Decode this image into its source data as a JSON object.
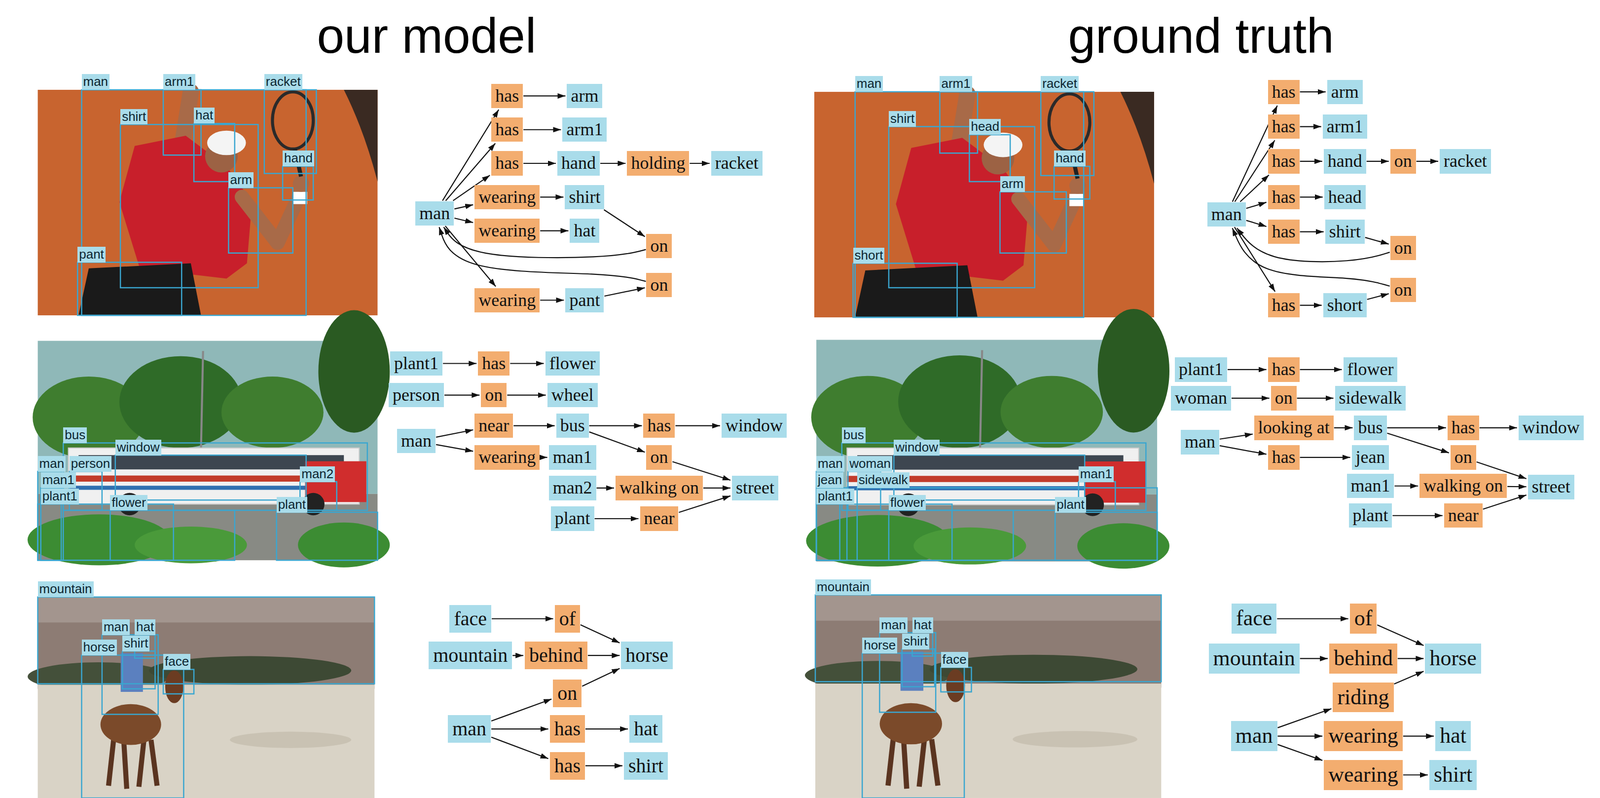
{
  "diagram": {
    "nodes": [
      {
        "text": [
          "man"
        ]
      },
      {
        "text": [
          "has"
        ]
      },
      {
        "text": [
          "arm"
        ]
      },
      {
        "text": [
          "has"
        ]
      },
      {
        "text": [
          "arm1"
        ]
      },
      {
        "text": [
          "has"
        ]
      },
      {
        "text": [
          "hand"
        ]
      },
      {
        "text": [
          "holding"
        ]
      },
      {
        "text": [
          "racket"
        ]
      },
      {
        "text": [
          "wearing"
        ]
      },
      {
        "text": [
          "shirt"
        ]
      },
      {
        "text": [
          "wearing"
        ]
      },
      {
        "text": [
          "hat"
        ]
      },
      {
        "text": [
          "on"
        ]
      },
      {
        "text": [
          "on"
        ]
      },
      {
        "text": [
          "wearing"
        ]
      },
      {
        "text": [
          "pant"
        ]
      },
      {
        "text": [
          "man"
        ]
      },
      {
        "text": [
          "has"
        ]
      },
      {
        "text": [
          "arm"
        ]
      },
      {
        "text": [
          "has"
        ]
      },
      {
        "text": [
          "arm1"
        ]
      },
      {
        "text": [
          "has"
        ]
      },
      {
        "text": [
          "hand"
        ]
      },
      {
        "text": [
          "on"
        ]
      },
      {
        "text": [
          "racket"
        ]
      },
      {
        "text": [
          "has"
        ]
      },
      {
        "text": [
          "head"
        ]
      },
      {
        "text": [
          "has"
        ]
      },
      {
        "text": [
          "shirt"
        ]
      },
      {
        "text": [
          "on"
        ]
      },
      {
        "text": [
          "on"
        ]
      },
      {
        "text": [
          "has"
        ]
      },
      {
        "text": [
          "short"
        ]
      },
      {
        "text": [
          "plant1"
        ]
      },
      {
        "text": [
          "has"
        ]
      },
      {
        "text": [
          "flower"
        ]
      },
      {
        "text": [
          "person"
        ]
      },
      {
        "text": [
          "on"
        ]
      },
      {
        "text": [
          "wheel"
        ]
      },
      {
        "text": [
          "man"
        ]
      },
      {
        "text": [
          "near"
        ]
      },
      {
        "text": [
          "bus"
        ]
      },
      {
        "text": [
          "has"
        ]
      },
      {
        "text": [
          "window"
        ]
      },
      {
        "text": [
          "wearing"
        ]
      },
      {
        "text": [
          "man1"
        ]
      },
      {
        "text": [
          "on"
        ]
      },
      {
        "text": [
          "man2"
        ]
      },
      {
        "text": [
          "walking on"
        ]
      },
      {
        "text": [
          "street"
        ]
      },
      {
        "text": [
          "plant"
        ]
      },
      {
        "text": [
          "near"
        ]
      },
      {
        "text": [
          "plant1"
        ]
      },
      {
        "text": [
          "has"
        ]
      },
      {
        "text": [
          "flower"
        ]
      },
      {
        "text": [
          "woman"
        ]
      },
      {
        "text": [
          "on"
        ]
      },
      {
        "text": [
          "sidewalk"
        ]
      },
      {
        "text": [
          "man"
        ]
      },
      {
        "text": [
          "looking at"
        ]
      },
      {
        "text": [
          "bus"
        ]
      },
      {
        "text": [
          "has"
        ]
      },
      {
        "text": [
          "window"
        ]
      },
      {
        "text": [
          "has"
        ]
      },
      {
        "text": [
          "jean"
        ]
      },
      {
        "text": [
          "on"
        ]
      },
      {
        "text": [
          "man1"
        ]
      },
      {
        "text": [
          "walking on"
        ]
      },
      {
        "text": [
          "street"
        ]
      },
      {
        "text": [
          "plant"
        ]
      },
      {
        "text": [
          "near"
        ]
      },
      {
        "text": [
          "face"
        ]
      },
      {
        "text": [
          "of"
        ]
      },
      {
        "text": [
          "mountain"
        ]
      },
      {
        "text": [
          "behind"
        ]
      },
      {
        "text": [
          "horse"
        ]
      },
      {
        "text": [
          "man"
        ]
      },
      {
        "text": [
          "on"
        ]
      },
      {
        "text": [
          "has"
        ]
      },
      {
        "text": [
          "hat"
        ]
      },
      {
        "text": [
          "has"
        ]
      },
      {
        "text": [
          "shirt"
        ]
      },
      {
        "text": [
          "face"
        ]
      },
      {
        "text": [
          "of"
        ]
      },
      {
        "text": [
          "mountain"
        ]
      },
      {
        "text": [
          "behind"
        ]
      },
      {
        "text": [
          "horse"
        ]
      },
      {
        "text": [
          "man"
        ]
      },
      {
        "text": [
          "riding"
        ]
      },
      {
        "text": [
          "wearing"
        ]
      },
      {
        "text": [
          "hat"
        ]
      },
      {
        "text": [
          "wearing"
        ]
      },
      {
        "text": [
          "shirt"
        ]
      }
    ],
    "edges": [
      {
        "from": 0,
        "to": 1,
        "arrow": "to"
      },
      {
        "from": 1,
        "to": 2,
        "arrow": "to"
      },
      {
        "from": 0,
        "to": 3,
        "arrow": "to"
      },
      {
        "from": 3,
        "to": 4,
        "arrow": "to"
      },
      {
        "from": 0,
        "to": 5,
        "arrow": "to"
      },
      {
        "from": 5,
        "to": 6,
        "arrow": "to"
      },
      {
        "from": 6,
        "to": 7,
        "arrow": "to"
      },
      {
        "from": 7,
        "to": 8,
        "arrow": "to"
      },
      {
        "from": 0,
        "to": 9,
        "arrow": "to"
      },
      {
        "from": 9,
        "to": 10,
        "arrow": "to"
      },
      {
        "from": 0,
        "to": 11,
        "arrow": "to"
      },
      {
        "from": 11,
        "to": 12,
        "arrow": "to"
      },
      {
        "from": 10,
        "to": 13,
        "arrow": "to"
      },
      {
        "from": 13,
        "to": 0,
        "arrow": "to"
      },
      {
        "from": 0,
        "to": 15,
        "arrow": "to"
      },
      {
        "from": 15,
        "to": 16,
        "arrow": "to"
      },
      {
        "from": 16,
        "to": 14,
        "arrow": "to"
      },
      {
        "from": 14,
        "to": 0,
        "arrow": "to"
      },
      {
        "from": 17,
        "to": 18,
        "arrow": "to"
      },
      {
        "from": 18,
        "to": 19,
        "arrow": "to"
      },
      {
        "from": 17,
        "to": 20,
        "arrow": "to"
      },
      {
        "from": 20,
        "to": 21,
        "arrow": "to"
      },
      {
        "from": 17,
        "to": 22,
        "arrow": "to"
      },
      {
        "from": 22,
        "to": 23,
        "arrow": "to"
      },
      {
        "from": 23,
        "to": 24,
        "arrow": "to"
      },
      {
        "from": 24,
        "to": 25,
        "arrow": "to"
      },
      {
        "from": 17,
        "to": 26,
        "arrow": "to"
      },
      {
        "from": 26,
        "to": 27,
        "arrow": "to"
      },
      {
        "from": 17,
        "to": 28,
        "arrow": "to"
      },
      {
        "from": 28,
        "to": 29,
        "arrow": "to"
      },
      {
        "from": 29,
        "to": 30,
        "arrow": "to"
      },
      {
        "from": 30,
        "to": 17,
        "arrow": "to"
      },
      {
        "from": 17,
        "to": 32,
        "arrow": "to"
      },
      {
        "from": 32,
        "to": 33,
        "arrow": "to"
      },
      {
        "from": 33,
        "to": 31,
        "arrow": "to"
      },
      {
        "from": 31,
        "to": 17,
        "arrow": "to"
      },
      {
        "from": 34,
        "to": 35,
        "arrow": "to"
      },
      {
        "from": 35,
        "to": 36,
        "arrow": "to"
      },
      {
        "from": 37,
        "to": 38,
        "arrow": "to"
      },
      {
        "from": 38,
        "to": 39,
        "arrow": "to"
      },
      {
        "from": 40,
        "to": 41,
        "arrow": "to"
      },
      {
        "from": 41,
        "to": 42,
        "arrow": "to"
      },
      {
        "from": 42,
        "to": 43,
        "arrow": "to"
      },
      {
        "from": 43,
        "to": 44,
        "arrow": "to"
      },
      {
        "from": 40,
        "to": 45,
        "arrow": "to"
      },
      {
        "from": 45,
        "to": 46,
        "arrow": "to"
      },
      {
        "from": 42,
        "to": 47,
        "arrow": "to"
      },
      {
        "from": 47,
        "to": 50,
        "arrow": "to"
      },
      {
        "from": 48,
        "to": 49,
        "arrow": "to"
      },
      {
        "from": 49,
        "to": 50,
        "arrow": "to"
      },
      {
        "from": 51,
        "to": 52,
        "arrow": "to"
      },
      {
        "from": 52,
        "to": 50,
        "arrow": "to"
      },
      {
        "from": 53,
        "to": 54,
        "arrow": "to"
      },
      {
        "from": 54,
        "to": 55,
        "arrow": "to"
      },
      {
        "from": 56,
        "to": 57,
        "arrow": "to"
      },
      {
        "from": 57,
        "to": 58,
        "arrow": "to"
      },
      {
        "from": 59,
        "to": 60,
        "arrow": "to"
      },
      {
        "from": 60,
        "to": 61,
        "arrow": "to"
      },
      {
        "from": 61,
        "to": 62,
        "arrow": "to"
      },
      {
        "from": 62,
        "to": 63,
        "arrow": "to"
      },
      {
        "from": 59,
        "to": 64,
        "arrow": "to"
      },
      {
        "from": 64,
        "to": 65,
        "arrow": "to"
      },
      {
        "from": 61,
        "to": 66,
        "arrow": "to"
      },
      {
        "from": 66,
        "to": 69,
        "arrow": "to"
      },
      {
        "from": 67,
        "to": 68,
        "arrow": "to"
      },
      {
        "from": 68,
        "to": 69,
        "arrow": "to"
      },
      {
        "from": 70,
        "to": 71,
        "arrow": "to"
      },
      {
        "from": 71,
        "to": 69,
        "arrow": "to"
      },
      {
        "from": 72,
        "to": 73,
        "arrow": "to"
      },
      {
        "from": 73,
        "to": 76,
        "arrow": "to"
      },
      {
        "from": 74,
        "to": 75,
        "arrow": "to"
      },
      {
        "from": 75,
        "to": 76,
        "arrow": "to"
      },
      {
        "from": 77,
        "to": 78,
        "arrow": "to"
      },
      {
        "from": 78,
        "to": 76,
        "arrow": "to"
      },
      {
        "from": 77,
        "to": 79,
        "arrow": "to"
      },
      {
        "from": 79,
        "to": 80,
        "arrow": "to"
      },
      {
        "from": 77,
        "to": 81,
        "arrow": "to"
      },
      {
        "from": 81,
        "to": 82,
        "arrow": "to"
      },
      {
        "from": 83,
        "to": 84,
        "arrow": "to"
      },
      {
        "from": 84,
        "to": 87,
        "arrow": "to"
      },
      {
        "from": 85,
        "to": 86,
        "arrow": "to"
      },
      {
        "from": 86,
        "to": 87,
        "arrow": "to"
      },
      {
        "from": 88,
        "to": 89,
        "arrow": "to"
      },
      {
        "from": 89,
        "to": 87,
        "arrow": "to"
      },
      {
        "from": 88,
        "to": 90,
        "arrow": "to"
      },
      {
        "from": 90,
        "to": 91,
        "arrow": "to"
      },
      {
        "from": 88,
        "to": 92,
        "arrow": "to"
      },
      {
        "from": 92,
        "to": 93,
        "arrow": "to"
      }
    ],
    "labels": [
      "our model",
      "ground truth",
      "man",
      "arm1",
      "racket",
      "shirt",
      "hat",
      "hand",
      "arm",
      "pant",
      "man",
      "arm1",
      "racket",
      "shirt",
      "head",
      "hand",
      "arm",
      "short",
      "bus",
      "window",
      "man",
      "person",
      "man1",
      "plant1",
      "flower",
      "man2",
      "plant",
      "bus",
      "window",
      "man",
      "woman",
      "jean",
      "sidewalk",
      "plant1",
      "flower",
      "man1",
      "plant",
      "mountain",
      "man",
      "hat",
      "shirt",
      "horse",
      "face",
      "mountain",
      "man",
      "hat",
      "shirt",
      "horse",
      "face"
    ]
  }
}
